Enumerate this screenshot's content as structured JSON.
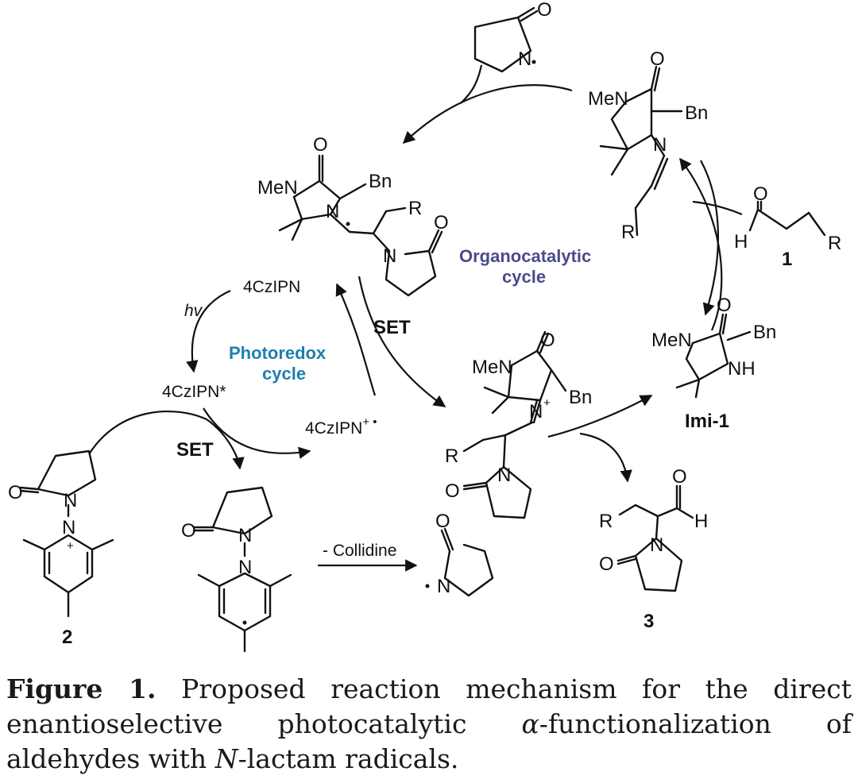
{
  "cycles": {
    "organocatalytic": [
      "Organocatalytic",
      "cycle"
    ],
    "photoredox": [
      "Photoredox",
      "cycle"
    ]
  },
  "labels": {
    "photocatalyst": "4CzIPN",
    "photocatalyst_excited": "4CzIPN*",
    "photocatalyst_oxidized": "4CzIPN",
    "photocatalyst_oxidized_sup": "+ •",
    "hv": "hv",
    "set": "SET",
    "loss_collidine": "- Collidine"
  },
  "compounds": {
    "aldehyde": "1",
    "reagent": "2",
    "product": "3",
    "catalyst": "Imi-1"
  },
  "atoms": {
    "meN": "MeN",
    "bn": "Bn",
    "O": "O",
    "N": "N",
    "R": "R",
    "H": "H",
    "NH": "NH"
  },
  "caption": {
    "label": "Figure 1.",
    "text_before_alpha": "Proposed reaction mechanism for the direct enantioselective photocatalytic",
    "alpha": "α",
    "text_mid": "-functionalization of aldehydes with",
    "n_italic": "N",
    "text_after": "-lactam radicals."
  }
}
